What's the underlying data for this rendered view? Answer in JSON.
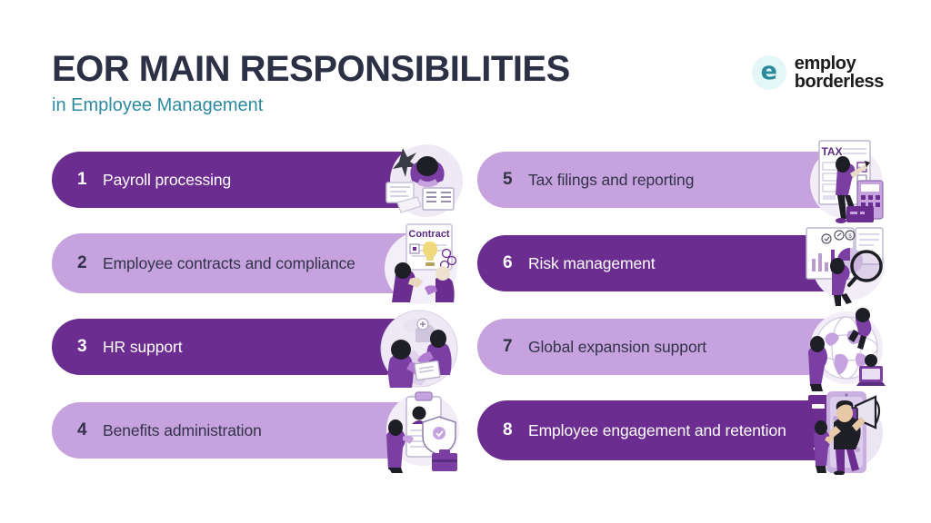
{
  "header": {
    "title": "EOR MAIN RESPONSIBILITIES",
    "subtitle": "in Employee Management"
  },
  "logo": {
    "mark_icon": "employ-borderless-e-icon",
    "mark_glyph": "e",
    "line1": "employ",
    "line2": "borderless"
  },
  "colors": {
    "dark_purple": "#6b2d8f",
    "light_purple": "#c6a3de",
    "title_navy": "#2b3044",
    "subtitle_teal": "#2e8a9e",
    "logo_circle": "#e3f7f6",
    "background": "#ffffff"
  },
  "left_column": [
    {
      "number": "1",
      "label": "Payroll processing",
      "style": "dark",
      "illustration": "payroll-desk-icon"
    },
    {
      "number": "2",
      "label": "Employee contracts and compliance",
      "style": "light",
      "illustration": "contract-document-icon",
      "illustration_text": "Contract"
    },
    {
      "number": "3",
      "label": "HR support",
      "style": "dark",
      "illustration": "hr-support-people-icon"
    },
    {
      "number": "4",
      "label": "Benefits administration",
      "style": "light",
      "illustration": "benefits-clipboard-shield-icon"
    }
  ],
  "right_column": [
    {
      "number": "5",
      "label": "Tax filings and reporting",
      "style": "light",
      "illustration": "tax-form-calculator-icon",
      "illustration_text": "TAX"
    },
    {
      "number": "6",
      "label": "Risk management",
      "style": "dark",
      "illustration": "risk-chart-magnifier-icon"
    },
    {
      "number": "7",
      "label": "Global expansion support",
      "style": "light",
      "illustration": "globe-expansion-icon"
    },
    {
      "number": "8",
      "label": "Employee engagement and retention",
      "style": "dark",
      "illustration": "megaphone-engagement-icon"
    }
  ]
}
